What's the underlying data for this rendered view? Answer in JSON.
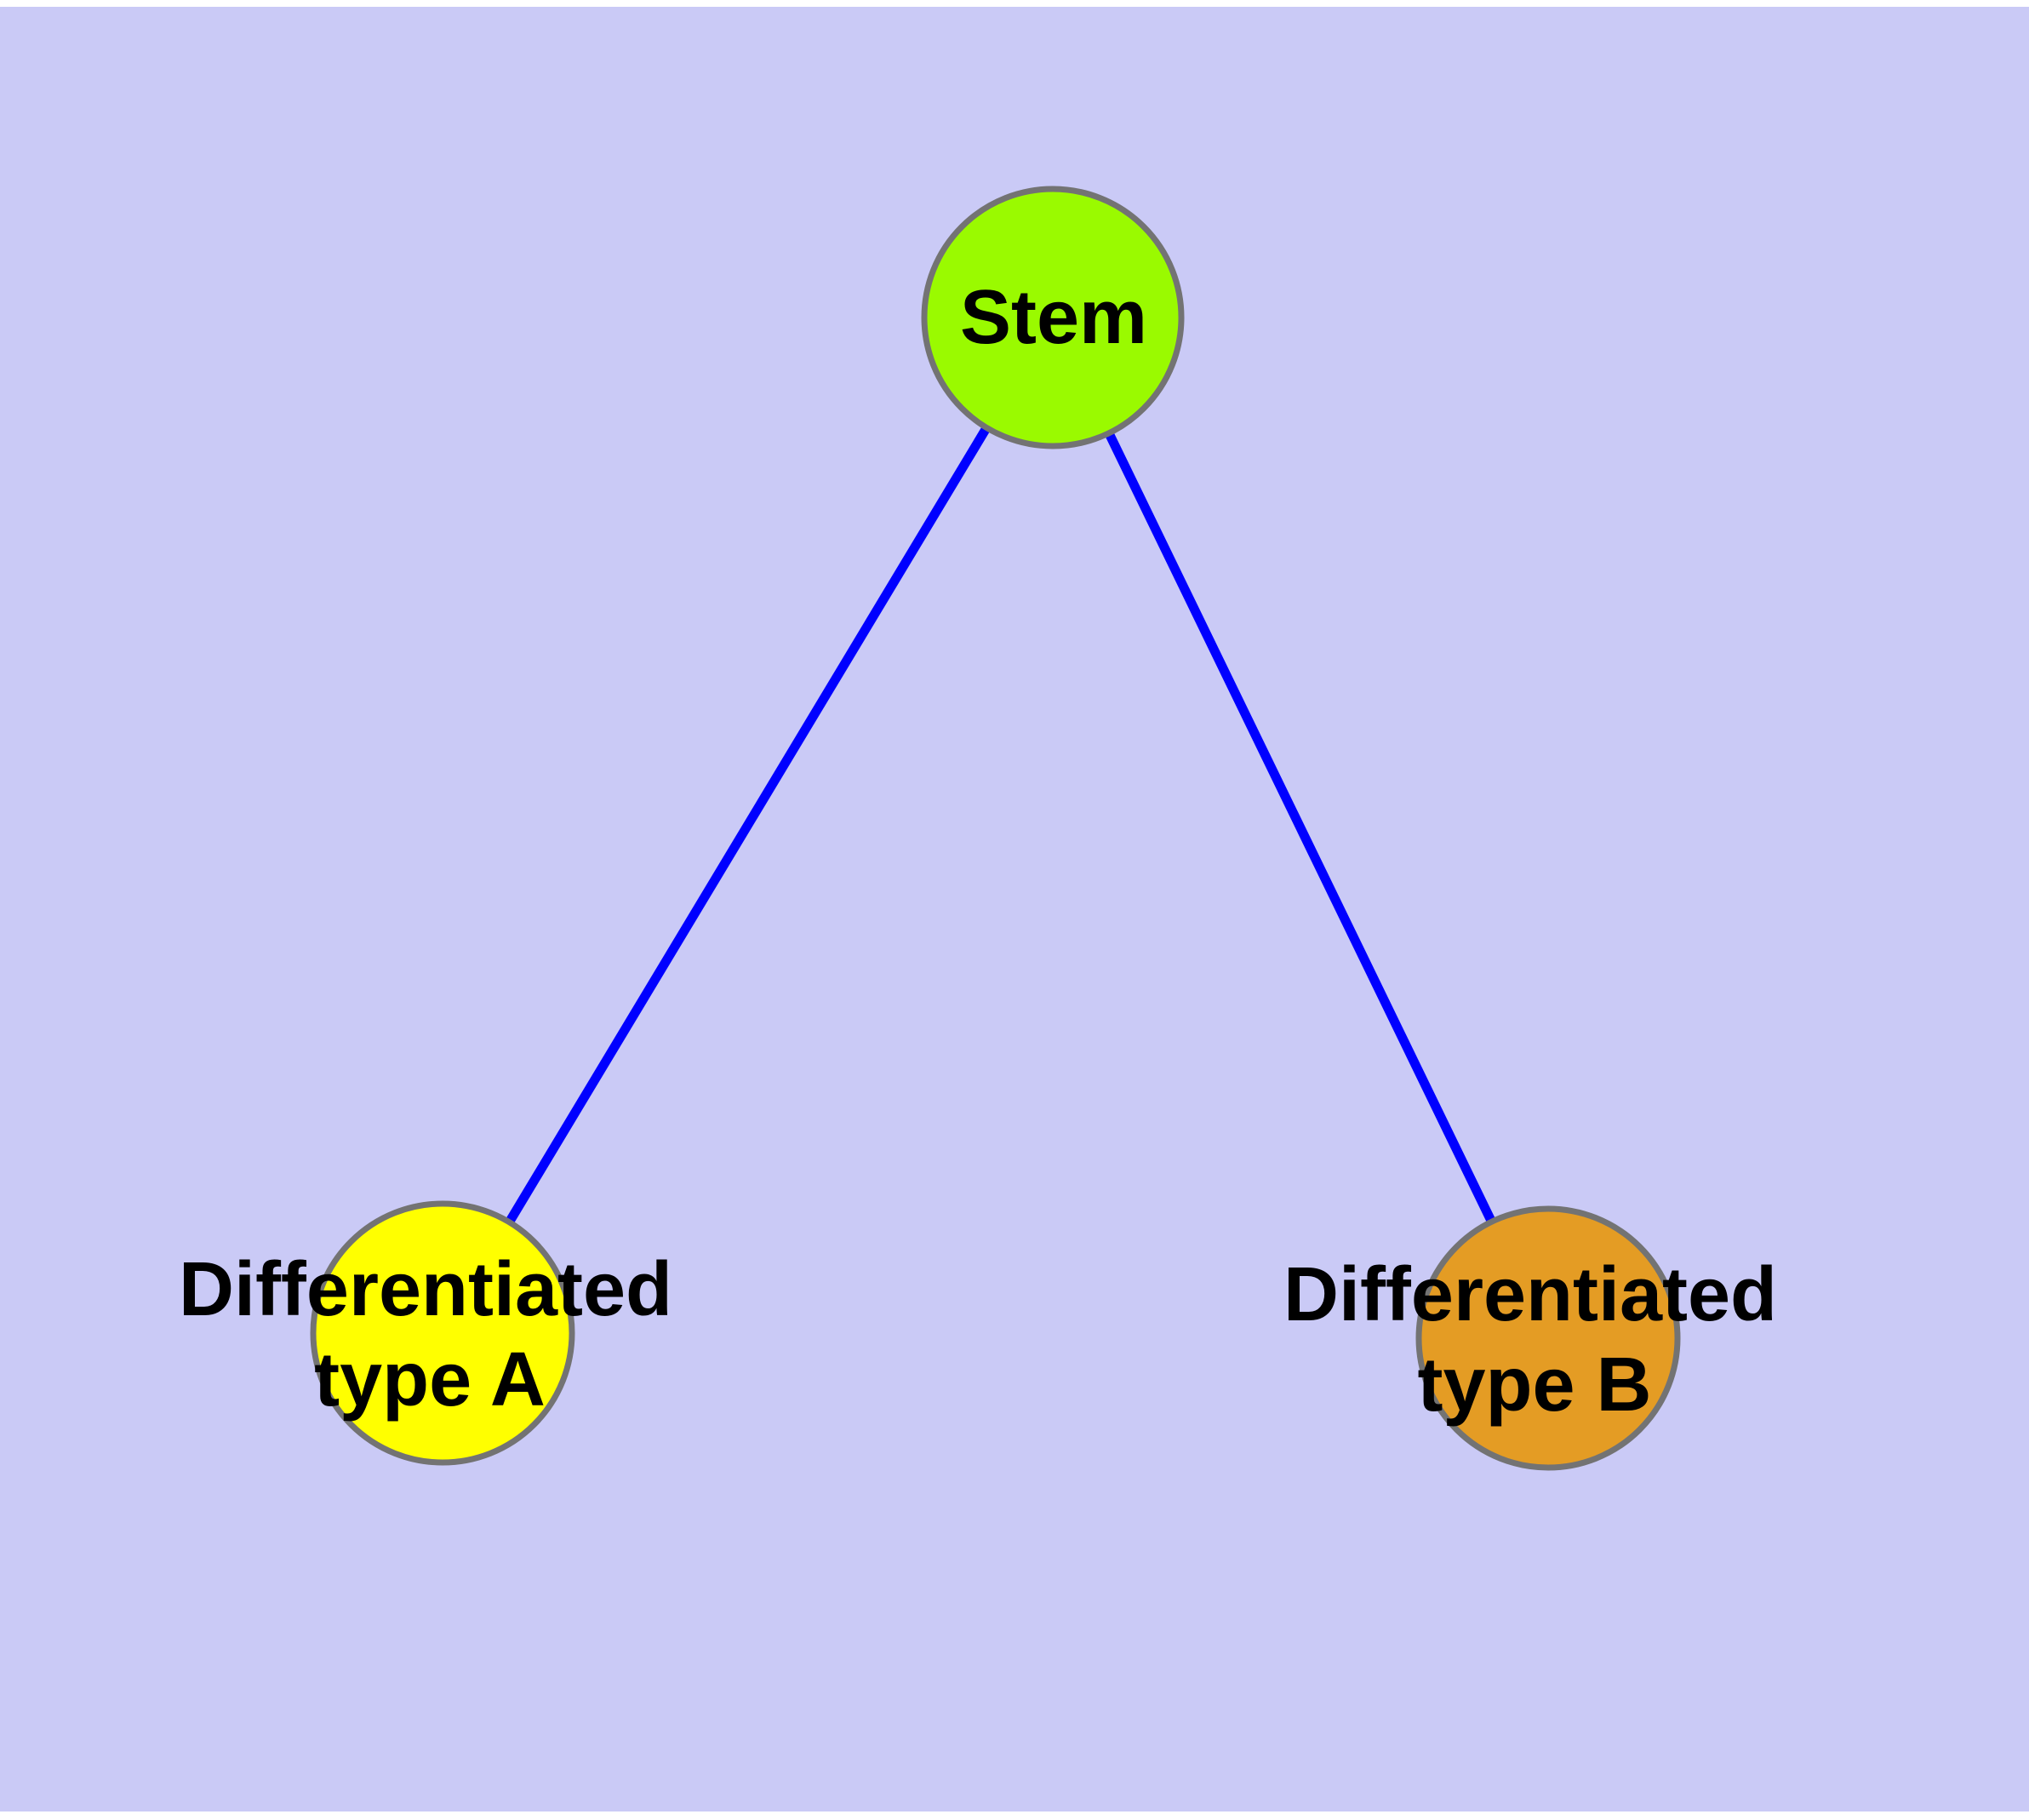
{
  "canvas": {
    "page_background": "#ffffff",
    "plot_background": "#cacaf6"
  },
  "styles": {
    "node_border_color": "#737373",
    "label_color": "#000000"
  },
  "edges": {
    "color": "#0000ff",
    "list": [
      {
        "from": "Stem",
        "to": "Differentiated type A"
      },
      {
        "from": "Stem",
        "to": "Differentiated type B"
      }
    ]
  },
  "nodes": {
    "stem": {
      "label": "Stem",
      "fill": "#9afa00"
    },
    "type_a": {
      "label": "Differentiated type A",
      "label_line1": "Differentiated",
      "label_line2": "type A",
      "fill": "#ffff00"
    },
    "type_b": {
      "label": "Differentiated type B",
      "label_line1": "Differentiated",
      "label_line2": "type B",
      "fill": "#e49c24"
    }
  }
}
